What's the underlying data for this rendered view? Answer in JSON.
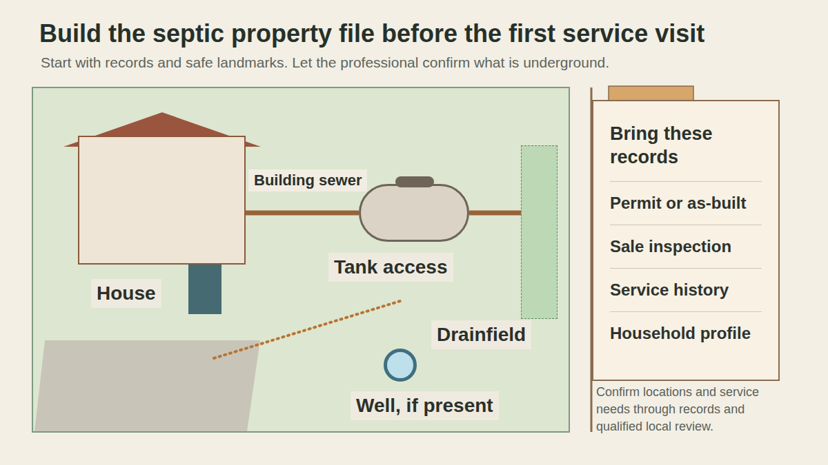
{
  "diagram": {
    "title": "Build the septic property file before the first service visit",
    "caption": "Start with records and safe landmarks. Let the professional confirm what is underground.",
    "nodes": [
      {
        "text": [
          "House"
        ]
      },
      {
        "text": [
          "Tank access"
        ]
      },
      {
        "text": [
          "Drainfield"
        ]
      },
      {
        "text": [
          "Well, if present"
        ]
      },
      {
        "text": [
          "Bring these records",
          "Permit or as-built",
          "Sale inspection",
          "Service history",
          "Household profile"
        ]
      }
    ],
    "edges": [
      {
        "from": 0,
        "to": 1,
        "arrow": "none",
        "label": "Building sewer"
      },
      {
        "from": 1,
        "to": 2,
        "arrow": "none"
      }
    ],
    "labels": [
      "Confirm locations and service needs through records and qualified local review."
    ]
  }
}
